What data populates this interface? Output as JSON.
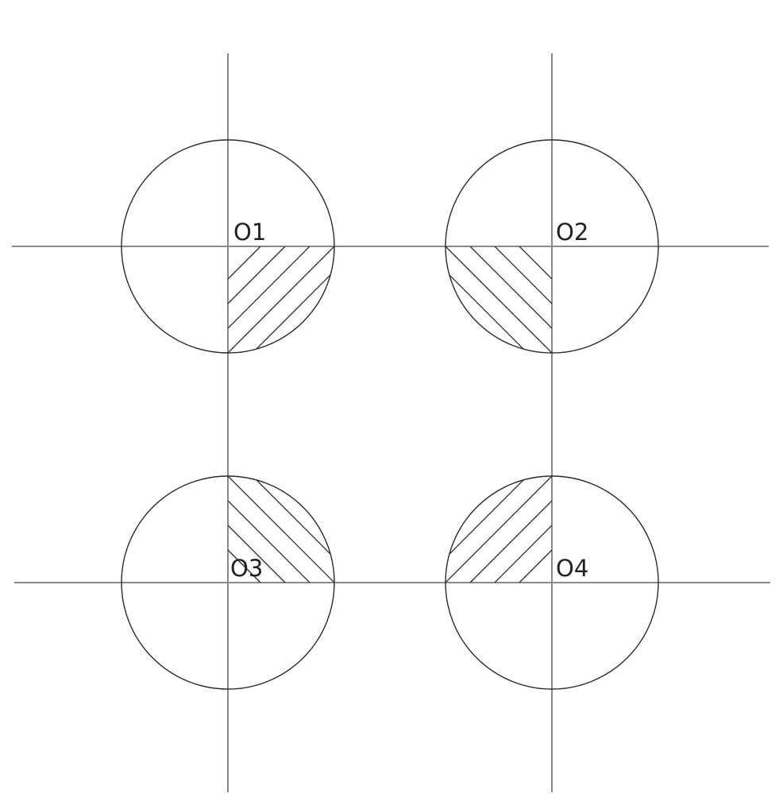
{
  "diagram": {
    "colors": {
      "stroke": "#2a2a2a",
      "axis": "#8a8a8a",
      "background": "#ffffff"
    },
    "circles": [
      {
        "label": "O1",
        "hatched_quadrant": "lower-right",
        "hatch_direction": "/"
      },
      {
        "label": "O2",
        "hatched_quadrant": "lower-left",
        "hatch_direction": "\\"
      },
      {
        "label": "O3",
        "hatched_quadrant": "upper-right",
        "hatch_direction": "\\"
      },
      {
        "label": "O4",
        "hatched_quadrant": "upper-left",
        "hatch_direction": "/"
      }
    ]
  }
}
